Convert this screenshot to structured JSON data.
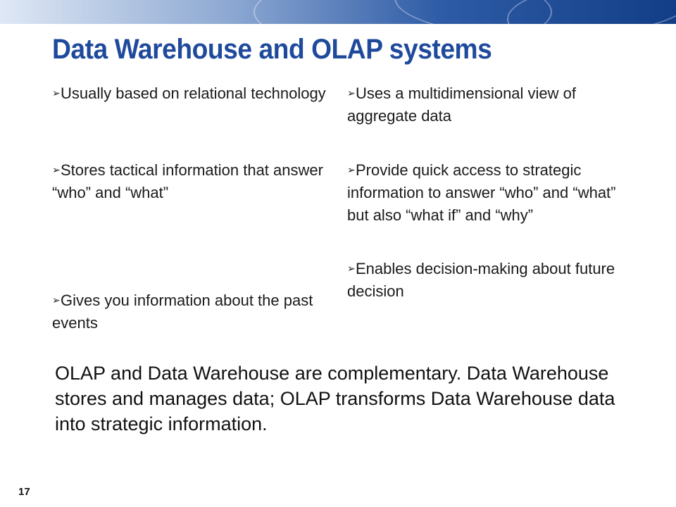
{
  "slide": {
    "title": "Data Warehouse and OLAP systems",
    "page_number": "17",
    "arrow_icon": "➢",
    "left_bullets": [
      "Usually based on relational technology",
      "Stores tactical information that answer “who” and “what”",
      "Gives you information about  the past events"
    ],
    "right_bullets": [
      "Uses a multidimensional view of aggregate data",
      "Provide quick access to strategic information to answer “who” and “what” but also “what if” and “why”",
      "Enables decision-making about future decision"
    ],
    "summary": "OLAP and Data Warehouse are complementary. Data Warehouse stores and manages data; OLAP transforms Data Warehouse data into strategic information."
  },
  "colors": {
    "title": "#1f4a9c",
    "header_dark": "#123d87",
    "text": "#1a1a1a"
  }
}
